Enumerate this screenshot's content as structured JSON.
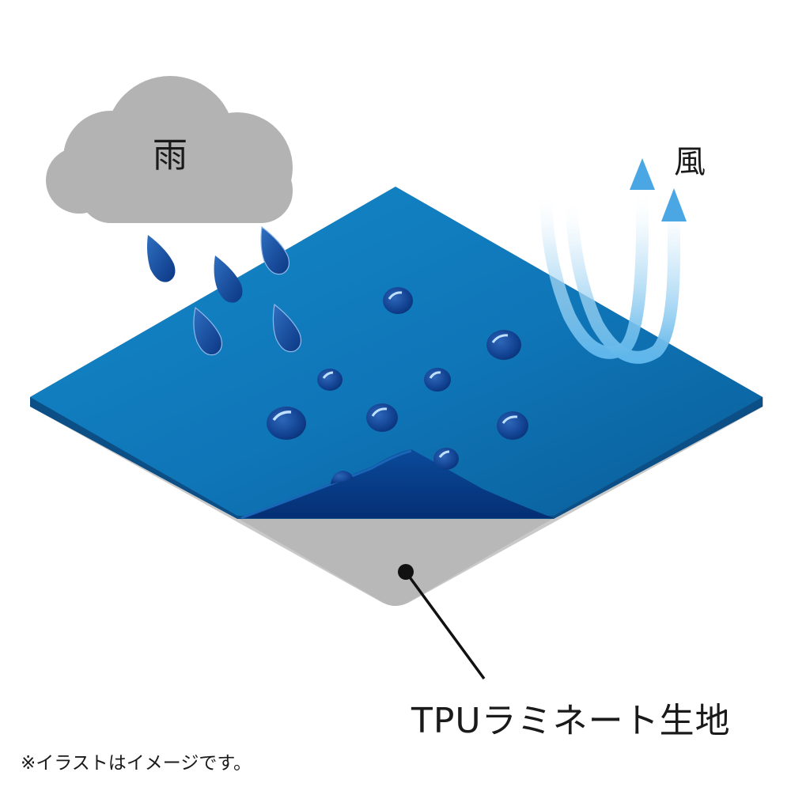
{
  "labels": {
    "rain": "雨",
    "wind": "風",
    "fabric": "TPUラミネート生地",
    "disclaimer": "※イラストはイメージです。"
  },
  "colors": {
    "fabric_top": "#0f76b8",
    "fabric_top_dark": "#0a5d98",
    "fabric_edge": "#0b4f86",
    "curl_underside": "#063a82",
    "base_layer": "#b8b8b8",
    "cloud": "#b3b3b3",
    "rain_drop": "#0d3f8f",
    "wind_arrow": "#5fb6ea",
    "pointer": "#111111"
  },
  "icons": [
    "cloud-icon",
    "raindrop-icon",
    "water-bead-icon",
    "wind-arrow-icon"
  ]
}
